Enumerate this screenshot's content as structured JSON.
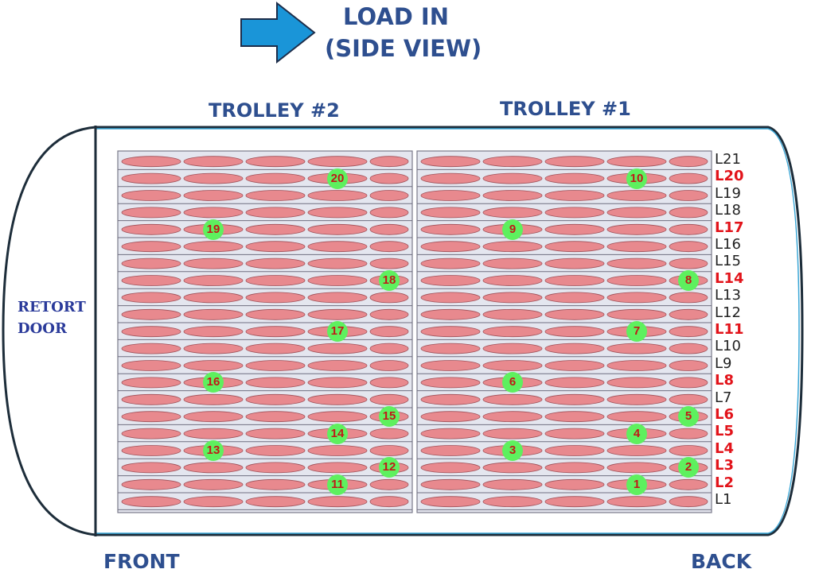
{
  "header": {
    "title_line1": "LOAD IN",
    "title_line2": "(SIDE VIEW)"
  },
  "trolleys": {
    "left": "TROLLEY #2",
    "right": "TROLLEY #1"
  },
  "retort_door": {
    "line1": "RETORT",
    "line2": "DOOR"
  },
  "orientation": {
    "front": "FRONT",
    "back": "BACK"
  },
  "colors": {
    "title": "#2e4f8f",
    "arrow": "#1a95d8",
    "pouch": "#e8898e",
    "marker": "#5ef05e",
    "marker_text": "#c01818",
    "highlight_level": "#e2131a"
  },
  "levels": [
    {
      "label": "L21",
      "highlight": false
    },
    {
      "label": "L20",
      "highlight": true
    },
    {
      "label": "L19",
      "highlight": false
    },
    {
      "label": "L18",
      "highlight": false
    },
    {
      "label": "L17",
      "highlight": true
    },
    {
      "label": "L16",
      "highlight": false
    },
    {
      "label": "L15",
      "highlight": false
    },
    {
      "label": "L14",
      "highlight": true
    },
    {
      "label": "L13",
      "highlight": false
    },
    {
      "label": "L12",
      "highlight": false
    },
    {
      "label": "L11",
      "highlight": true
    },
    {
      "label": "L10",
      "highlight": false
    },
    {
      "label": "L9",
      "highlight": false
    },
    {
      "label": "L8",
      "highlight": true
    },
    {
      "label": "L7",
      "highlight": false
    },
    {
      "label": "L6",
      "highlight": true
    },
    {
      "label": "L5",
      "highlight": true
    },
    {
      "label": "L4",
      "highlight": true
    },
    {
      "label": "L3",
      "highlight": true
    },
    {
      "label": "L2",
      "highlight": true
    },
    {
      "label": "L1",
      "highlight": false
    }
  ],
  "markers": [
    {
      "label": "20",
      "trolley": 2,
      "level": 20,
      "column": 3
    },
    {
      "label": "19",
      "trolley": 2,
      "level": 17,
      "column": 1
    },
    {
      "label": "18",
      "trolley": 2,
      "level": 14,
      "column": 4
    },
    {
      "label": "17",
      "trolley": 2,
      "level": 11,
      "column": 3
    },
    {
      "label": "16",
      "trolley": 2,
      "level": 8,
      "column": 1
    },
    {
      "label": "15",
      "trolley": 2,
      "level": 6,
      "column": 4
    },
    {
      "label": "14",
      "trolley": 2,
      "level": 5,
      "column": 3
    },
    {
      "label": "13",
      "trolley": 2,
      "level": 4,
      "column": 1
    },
    {
      "label": "12",
      "trolley": 2,
      "level": 3,
      "column": 4
    },
    {
      "label": "11",
      "trolley": 2,
      "level": 2,
      "column": 3
    },
    {
      "label": "10",
      "trolley": 1,
      "level": 20,
      "column": 3
    },
    {
      "label": "9",
      "trolley": 1,
      "level": 17,
      "column": 1
    },
    {
      "label": "8",
      "trolley": 1,
      "level": 14,
      "column": 4
    },
    {
      "label": "7",
      "trolley": 1,
      "level": 11,
      "column": 3
    },
    {
      "label": "6",
      "trolley": 1,
      "level": 8,
      "column": 1
    },
    {
      "label": "5",
      "trolley": 1,
      "level": 6,
      "column": 4
    },
    {
      "label": "4",
      "trolley": 1,
      "level": 5,
      "column": 3
    },
    {
      "label": "3",
      "trolley": 1,
      "level": 4,
      "column": 1
    },
    {
      "label": "2",
      "trolley": 1,
      "level": 3,
      "column": 4
    },
    {
      "label": "1",
      "trolley": 1,
      "level": 2,
      "column": 3
    }
  ]
}
